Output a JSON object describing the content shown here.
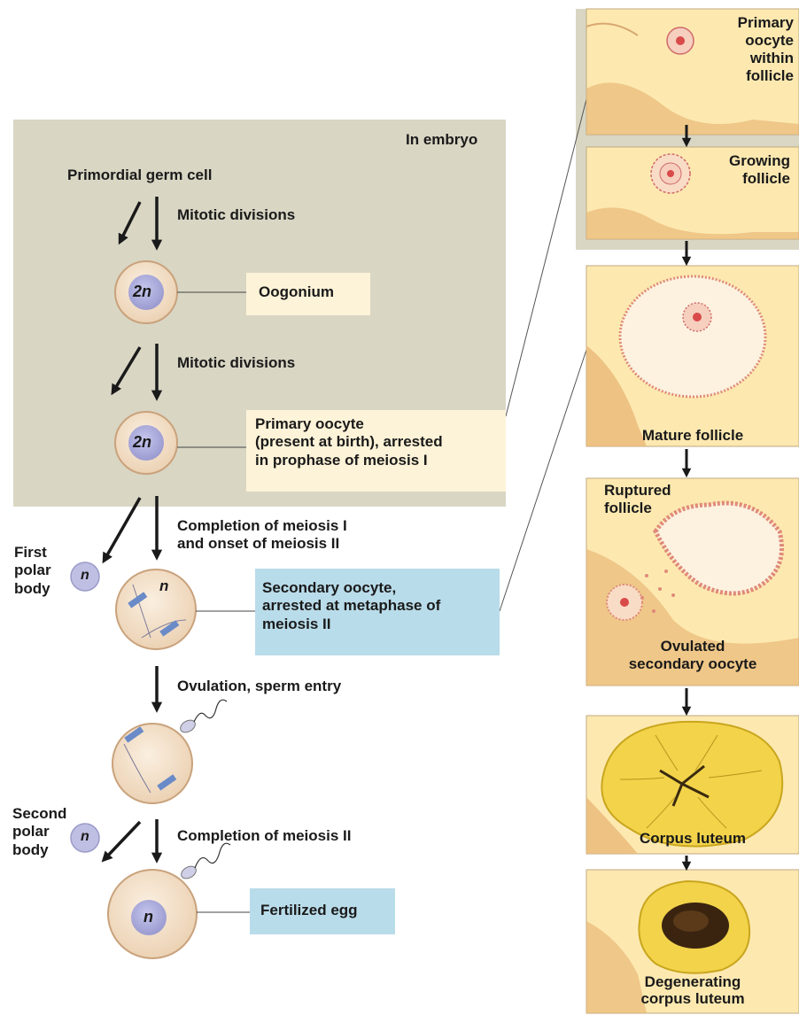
{
  "colors": {
    "embryo_panel": "#d9d6c4",
    "label_box_tan": "#fdf3d8",
    "label_box_blue": "#b9dcea",
    "ovary_tissue": "#fde9b0",
    "ovary_dark": "#e6b46e",
    "cell_fill": "#f5e1c7",
    "nucleus": "#a6a6d6",
    "corpus": "#f2d34a"
  },
  "embryo_panel": {
    "label": "In embryo"
  },
  "oogenesis": {
    "primordial_label": "Primordial germ cell",
    "mitotic_1": "Mitotic divisions",
    "mitotic_2": "Mitotic divisions",
    "meiosis_1": [
      "Completion of meiosis I",
      "and onset of meiosis II"
    ],
    "ovulation": "Ovulation, sperm entry",
    "meiosis_2": "Completion of meiosis II",
    "first_polar": [
      "First",
      "polar",
      "body"
    ],
    "second_polar": [
      "Second",
      "polar",
      "body"
    ],
    "ploidy_2n": "2n",
    "ploidy_n": "n"
  },
  "boxes": {
    "oogonium": "Oogonium",
    "primary_oocyte": [
      "Primary oocyte",
      "(present at birth), arrested",
      "in prophase of meiosis I"
    ],
    "secondary_oocyte": [
      "Secondary oocyte,",
      "arrested at metaphase of",
      "meiosis II"
    ],
    "fertilized_egg": "Fertilized egg"
  },
  "ovary_stages": {
    "primary": [
      "Primary",
      "oocyte",
      "within",
      "follicle"
    ],
    "growing": [
      "Growing",
      "follicle"
    ],
    "mature": "Mature follicle",
    "ruptured": [
      "Ruptured",
      "follicle"
    ],
    "ovulated": [
      "Ovulated",
      "secondary oocyte"
    ],
    "corpus_luteum": "Corpus luteum",
    "degenerating": [
      "Degenerating",
      "corpus luteum"
    ]
  }
}
